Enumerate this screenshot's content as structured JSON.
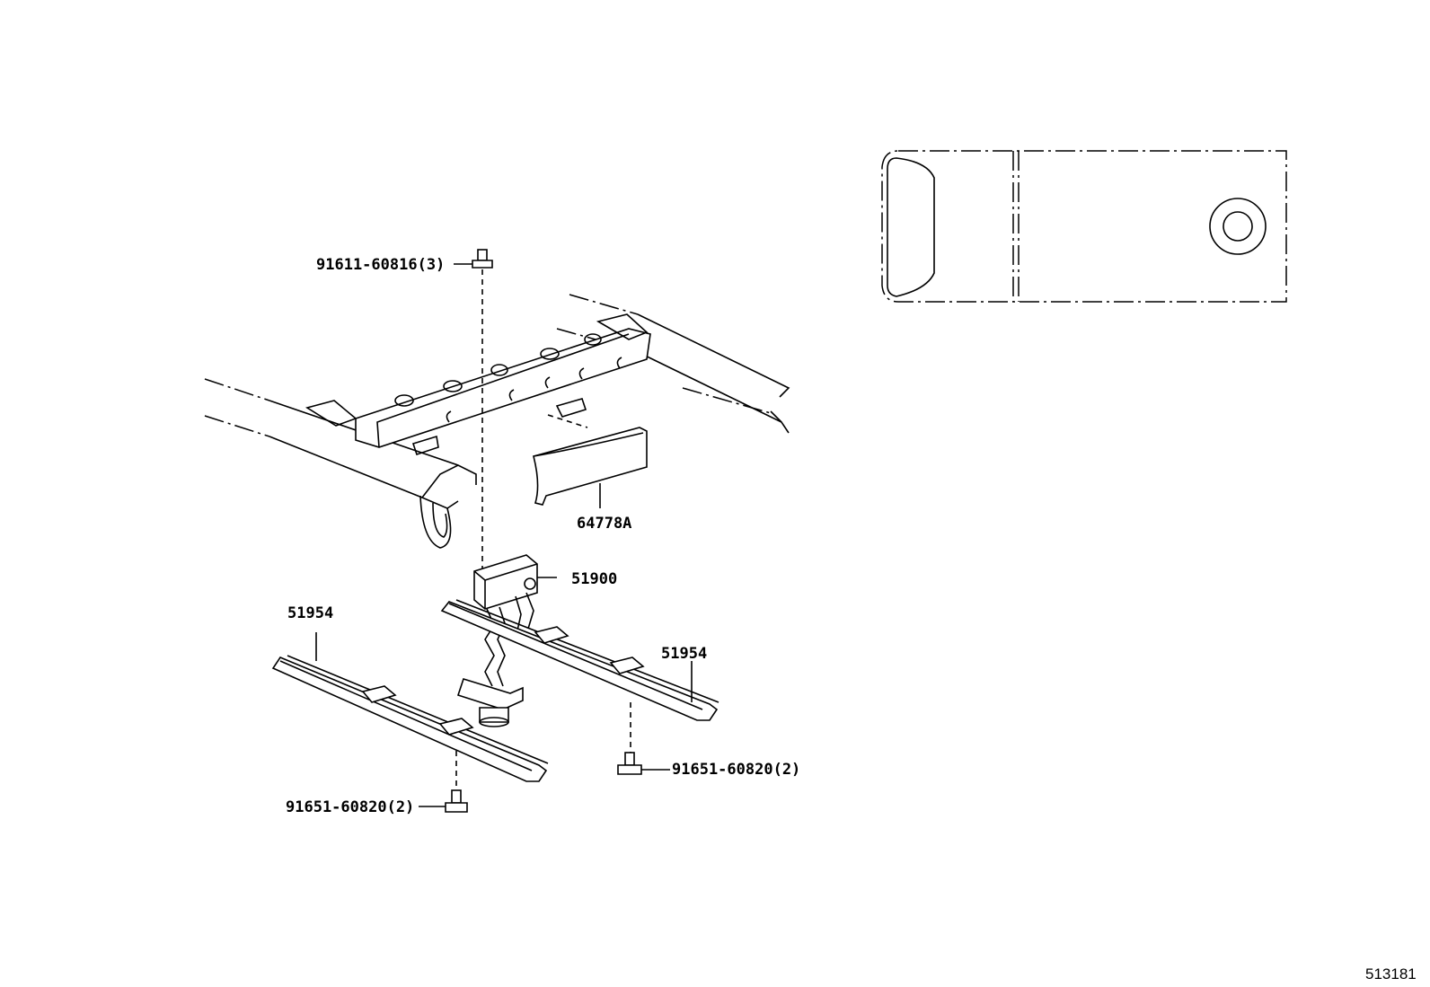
{
  "diagram": {
    "figure_number": "513181",
    "labels": {
      "bolt_top": "91611-60816(3)",
      "cover": "64778A",
      "carrier": "51900",
      "rail_left": "51954",
      "rail_right": "51954",
      "bolt_right": "91651-60820(2)",
      "bolt_left": "91651-60820(2)"
    }
  }
}
